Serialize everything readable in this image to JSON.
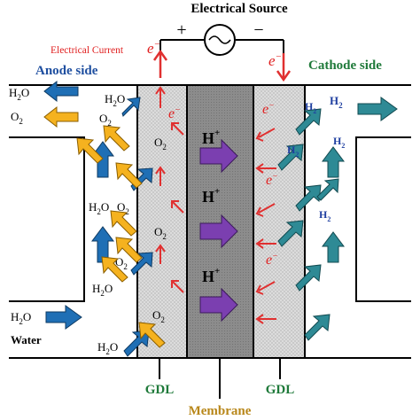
{
  "labels": {
    "electrical_source": "Electrical Source",
    "plus": "+",
    "minus": "−",
    "electrical_current": "Electrical Current",
    "electron": "e",
    "electron_sup": "−",
    "anode_side": "Anode side",
    "cathode_side": "Cathode side",
    "water": "Water",
    "gdl_left": "GDL",
    "gdl_right": "GDL",
    "membrane": "Membrane",
    "proton": "H",
    "proton_sup": "+"
  },
  "species": {
    "h2o_base": "H",
    "h2o_sub": "2",
    "h2o_end": "O",
    "o2_base": "O",
    "o2_sub": "2",
    "h2_base": "H",
    "h2_sub": "2"
  },
  "colors": {
    "water_arrow": "#1f6fb5",
    "oxygen_arrow": "#f5b21f",
    "hydrogen_arrow": "#2e8a95",
    "proton_arrow": "#7b3fb0",
    "electron_arrow": "#e03030",
    "electron_text": "#e02020",
    "anode_label": "#1f4fa0",
    "cathode_label": "#1f7a3a",
    "gdl_label": "#1f7a3a",
    "membrane_label": "#b8871a",
    "h2_text": "#1f3fa0",
    "gdl_fill": "#d8d8d8",
    "membrane_fill": "#8f8f8f"
  }
}
